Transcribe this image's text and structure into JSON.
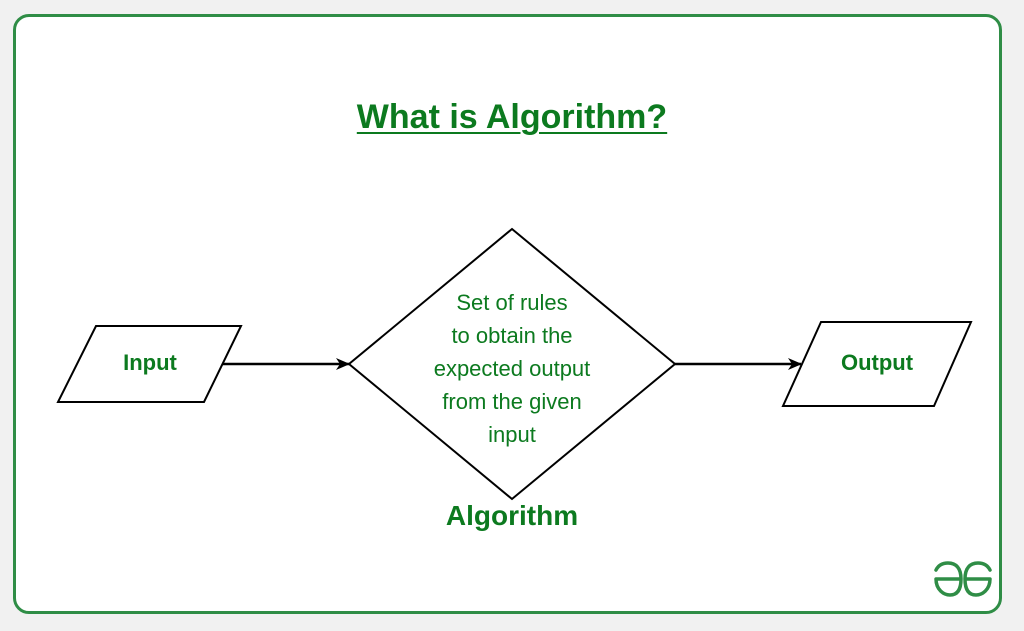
{
  "title": "What is Algorithm?",
  "input_label": "Input",
  "output_label": "Output",
  "algorithm_text": [
    "Set of rules",
    "to obtain the",
    "expected output",
    "from the given",
    "input"
  ],
  "algorithm_label": "Algorithm",
  "colors": {
    "accent": "#0c7a1f",
    "frame_border": "#2f8d46",
    "stroke": "#000000"
  },
  "logo": {
    "icon": "geeksforgeeks-logo-icon",
    "text": "GG"
  }
}
